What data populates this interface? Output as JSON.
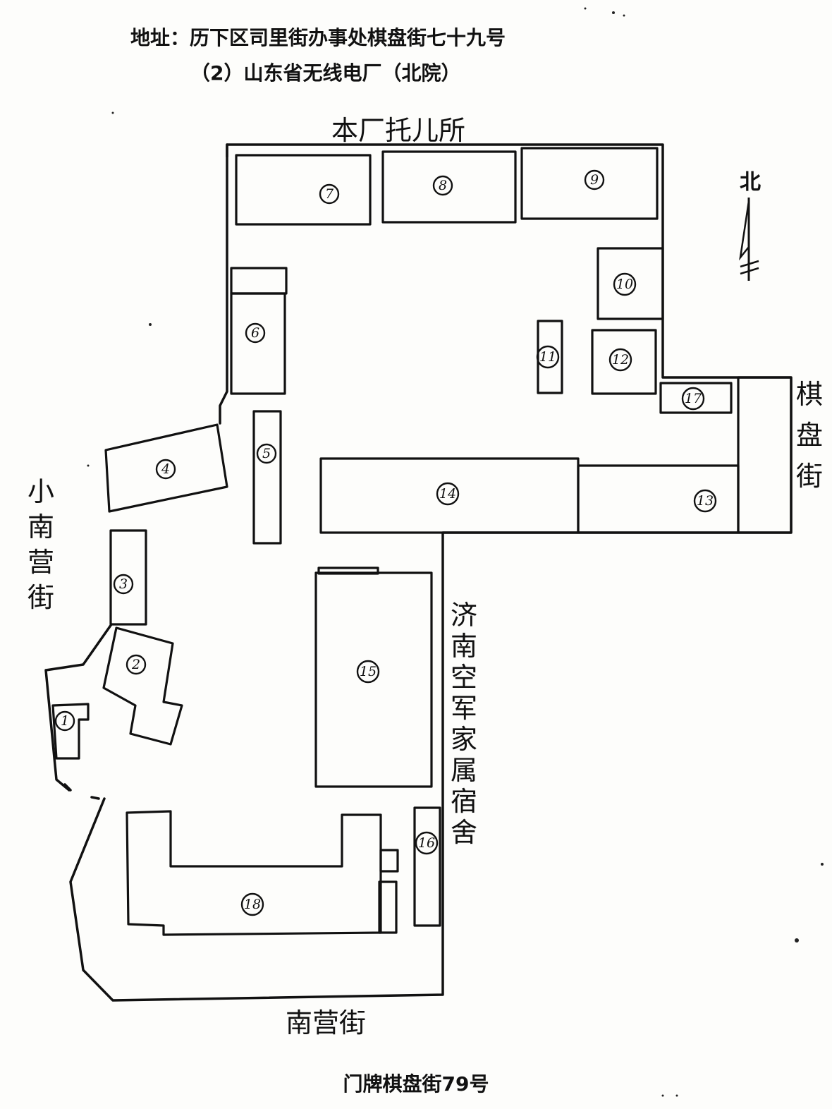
{
  "header": {
    "address": "地址：历下区司里街办事处棋盘街七十九号",
    "title": "（2）山东省无线电厂（北院）"
  },
  "map": {
    "north_label": "北",
    "streets": {
      "top": "本厂托儿所",
      "left": "小南营街",
      "right_top": "棋盘街",
      "right_middle": "济南空军家属宿舍",
      "bottom": "南营街"
    },
    "buildings": [
      "1",
      "2",
      "3",
      "4",
      "5",
      "6",
      "7",
      "8",
      "9",
      "10",
      "11",
      "12",
      "13",
      "14",
      "15",
      "16",
      "17",
      "18"
    ],
    "icons": {
      "north_arrow": "north-arrow-icon"
    }
  },
  "footer": {
    "caption": "门牌棋盘街79号"
  }
}
